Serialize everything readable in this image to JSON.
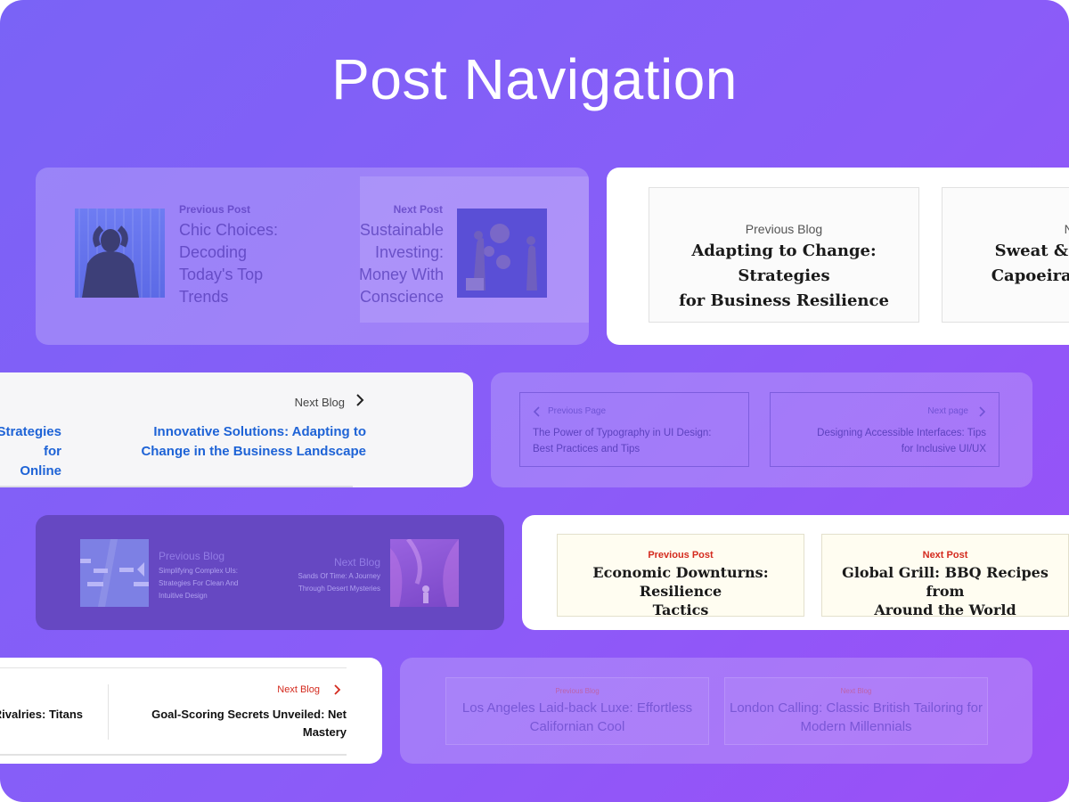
{
  "title": "Post Navigation",
  "card1": {
    "prev_kicker": "Previous Post",
    "prev_title": [
      "Chic Choices:",
      "Decoding",
      "Today's Top",
      "Trends"
    ],
    "next_kicker": "Next Post",
    "next_title": [
      "Sustainable",
      "Investing:",
      "Money With",
      "Conscience"
    ]
  },
  "card2": {
    "prev_kicker": "Previous Blog",
    "prev_title": [
      "Adapting to Change: Strategies",
      "for Business Resilience"
    ],
    "next_kicker": "Next",
    "next_title": [
      "Sweat & Strength:",
      "Capoeira Workouts"
    ]
  },
  "card3": {
    "prev_title": [
      "Strategies for",
      "Online Presence"
    ],
    "next_kicker": "Next Blog",
    "next_title": [
      "Innovative Solutions: Adapting to",
      "Change in the Business Landscape"
    ],
    "accent": "#1e63d6"
  },
  "card4": {
    "prev_kicker": "Previous Page",
    "prev_title": [
      "The Power of Typography in UI Design:",
      "Best Practices and Tips"
    ],
    "next_kicker": "Next page",
    "next_title": [
      "Designing Accessible Interfaces: Tips",
      "for Inclusive UI/UX"
    ]
  },
  "card5": {
    "prev_kicker": "Previous Blog",
    "prev_title": [
      "Simplifying Complex UIs:",
      "Strategies For Clean And",
      "Intuitive Design"
    ],
    "next_kicker": "Next Blog",
    "next_title": [
      "Sands Of Time: A Journey",
      "Through Desert Mysteries"
    ]
  },
  "card6": {
    "prev_kicker": "Previous Post",
    "prev_title": [
      "Economic Downturns: Resilience",
      "Tactics"
    ],
    "next_kicker": "Next Post",
    "next_title": [
      "Global Grill: BBQ Recipes from",
      "Around the World"
    ],
    "accent": "#d42a1e"
  },
  "card7": {
    "prev_title": "Rivalries: Titans",
    "next_kicker": "Next Blog",
    "next_title": [
      "Goal-Scoring Secrets Unveiled: Net",
      "Mastery"
    ],
    "accent": "#d42a1e"
  },
  "card8": {
    "prev_kicker": "Previous Blog",
    "prev_title": [
      "Los Angeles Laid-back Luxe: Effortless",
      "Californian Cool"
    ],
    "next_kicker": "Next Blog",
    "next_title": [
      "London Calling: Classic British Tailoring for",
      "Modern Millennials"
    ]
  },
  "icons": [
    "chevron-left-icon",
    "chevron-right-icon"
  ]
}
